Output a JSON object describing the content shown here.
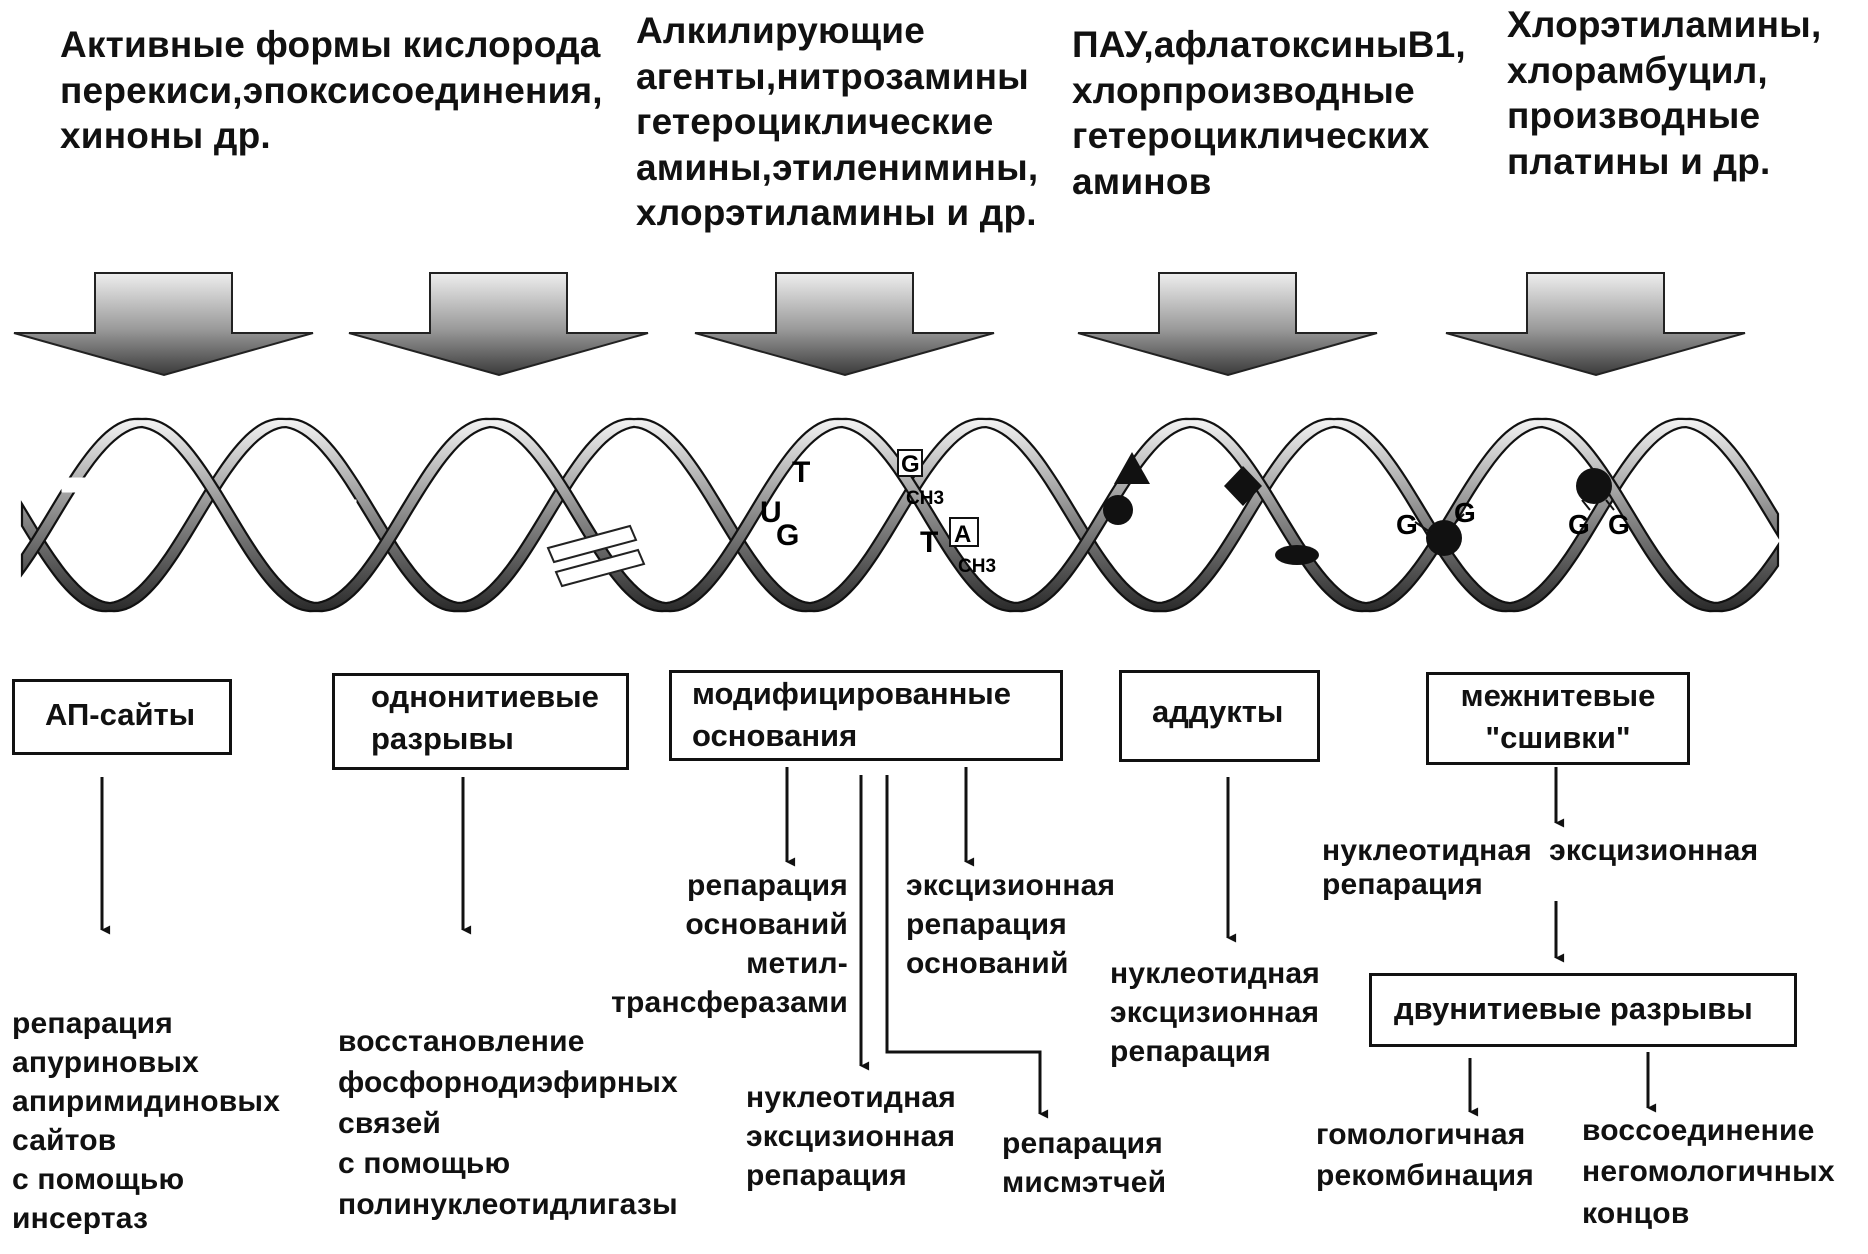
{
  "agents": [
    "Активные формы кислорода\nперекиси,эпоксисоединения,\nхиноны др.",
    "Алкилирующие\nагенты,нитрозамины\nгетероциклические\nамины,этиленимины,\nхлорэтиламины и др.",
    "ПАУ,афлатоксиныВ1,\nхлорпроизводные\nгетероциклических\nаминов",
    "Хлорэтиламины,\nхлорамбуцил,\nпроизводные\nплатины и др."
  ],
  "dna_marks": {
    "uracil": "U",
    "thymine_1": "T",
    "guanine_1": "G",
    "methyl_g": "G",
    "methyl_g_ch3": "CH3",
    "thymine_2": "T",
    "methyl_a": "A",
    "methyl_a_ch3": "CH3",
    "crosslink_g1": "G",
    "crosslink_g2": "G",
    "crosslink_g3": "G",
    "crosslink_g4": "G"
  },
  "damage_boxes": {
    "ap_sites": "АП-сайты",
    "single_strand_breaks": "однонитиевые\nразрывы",
    "modified_bases": "модифицированные\nоснования",
    "adducts": "аддукты",
    "crosslinks": "межнитевые\n\"сшивки\"",
    "double_strand_breaks": "двунитиевые разрывы"
  },
  "repair": {
    "ap_repair": "репарация\nапуриновых\nапиримидиновых\nсайтов\nс помощью\nинсертаз",
    "ligase": "восстановление\nфосфорнодиэфирных\nсвязей\nс помощью\nполинуклеотидлигазы",
    "methyltransferase": "репарация\nоснований\nметил-\nтрансферазами",
    "base_excision": "эксцизионная\nрепарация\nоснований",
    "nucleotide_excision_mod": "нуклеотидная\nэксцизионная\nрепарация",
    "mismatch": "репарация\nмисмэтчей",
    "nucleotide_excision_adducts": "нуклеотидная\nэксцизионная\nрепарация",
    "nucleotide_excision_crosslinks": "нуклеотидная  эксцизионная\nрепарация",
    "homologous_recombination": "гомологичная\nрекомбинация",
    "nhej": "воссоединение\nнегомологичных\nконцов"
  }
}
